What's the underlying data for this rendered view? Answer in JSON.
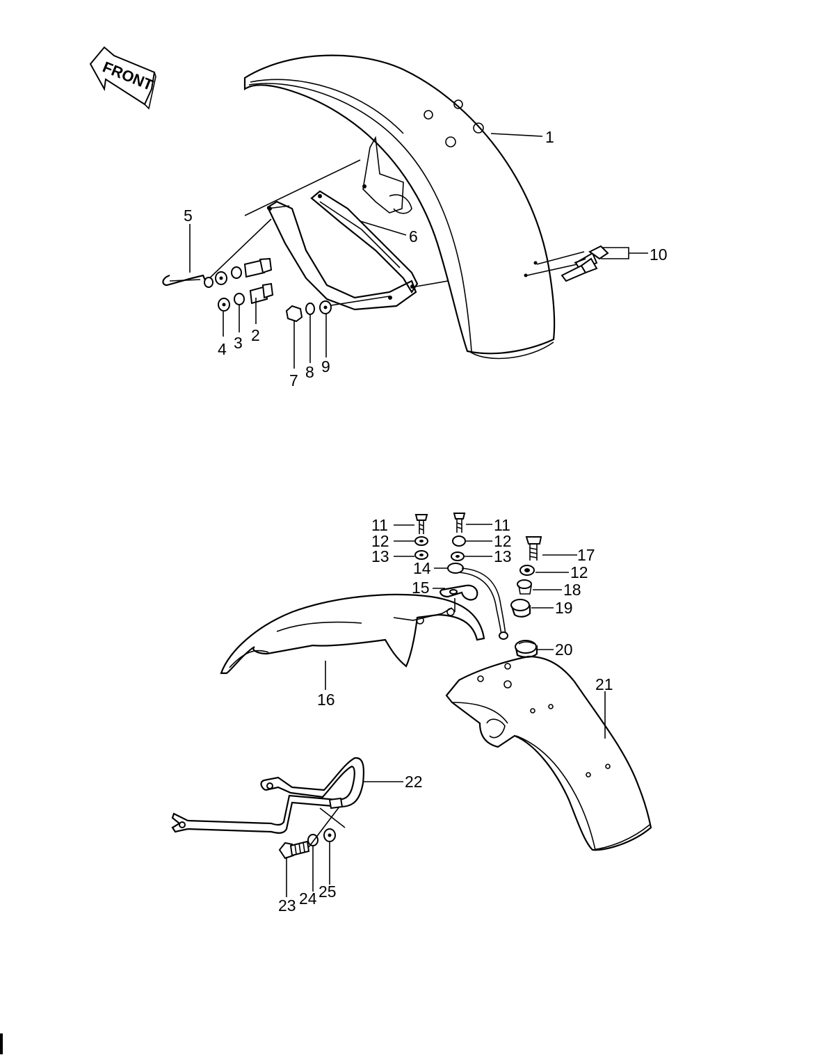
{
  "front_label": "FRONT",
  "callouts": [
    {
      "id": "c1",
      "text": "1"
    },
    {
      "id": "c2",
      "text": "2"
    },
    {
      "id": "c3",
      "text": "3"
    },
    {
      "id": "c4",
      "text": "4"
    },
    {
      "id": "c5",
      "text": "5"
    },
    {
      "id": "c6",
      "text": "6"
    },
    {
      "id": "c7",
      "text": "7"
    },
    {
      "id": "c8",
      "text": "8"
    },
    {
      "id": "c9",
      "text": "9"
    },
    {
      "id": "c10",
      "text": "10"
    },
    {
      "id": "c11a",
      "text": "11"
    },
    {
      "id": "c11b",
      "text": "11"
    },
    {
      "id": "c12a",
      "text": "12"
    },
    {
      "id": "c12b",
      "text": "12"
    },
    {
      "id": "c12c",
      "text": "12"
    },
    {
      "id": "c13a",
      "text": "13"
    },
    {
      "id": "c13b",
      "text": "13"
    },
    {
      "id": "c14",
      "text": "14"
    },
    {
      "id": "c15",
      "text": "15"
    },
    {
      "id": "c16",
      "text": "16"
    },
    {
      "id": "c17",
      "text": "17"
    },
    {
      "id": "c18",
      "text": "18"
    },
    {
      "id": "c19",
      "text": "19"
    },
    {
      "id": "c20",
      "text": "20"
    },
    {
      "id": "c21",
      "text": "21"
    },
    {
      "id": "c22",
      "text": "22"
    },
    {
      "id": "c23",
      "text": "23"
    },
    {
      "id": "c24",
      "text": "24"
    },
    {
      "id": "c25",
      "text": "25"
    }
  ]
}
